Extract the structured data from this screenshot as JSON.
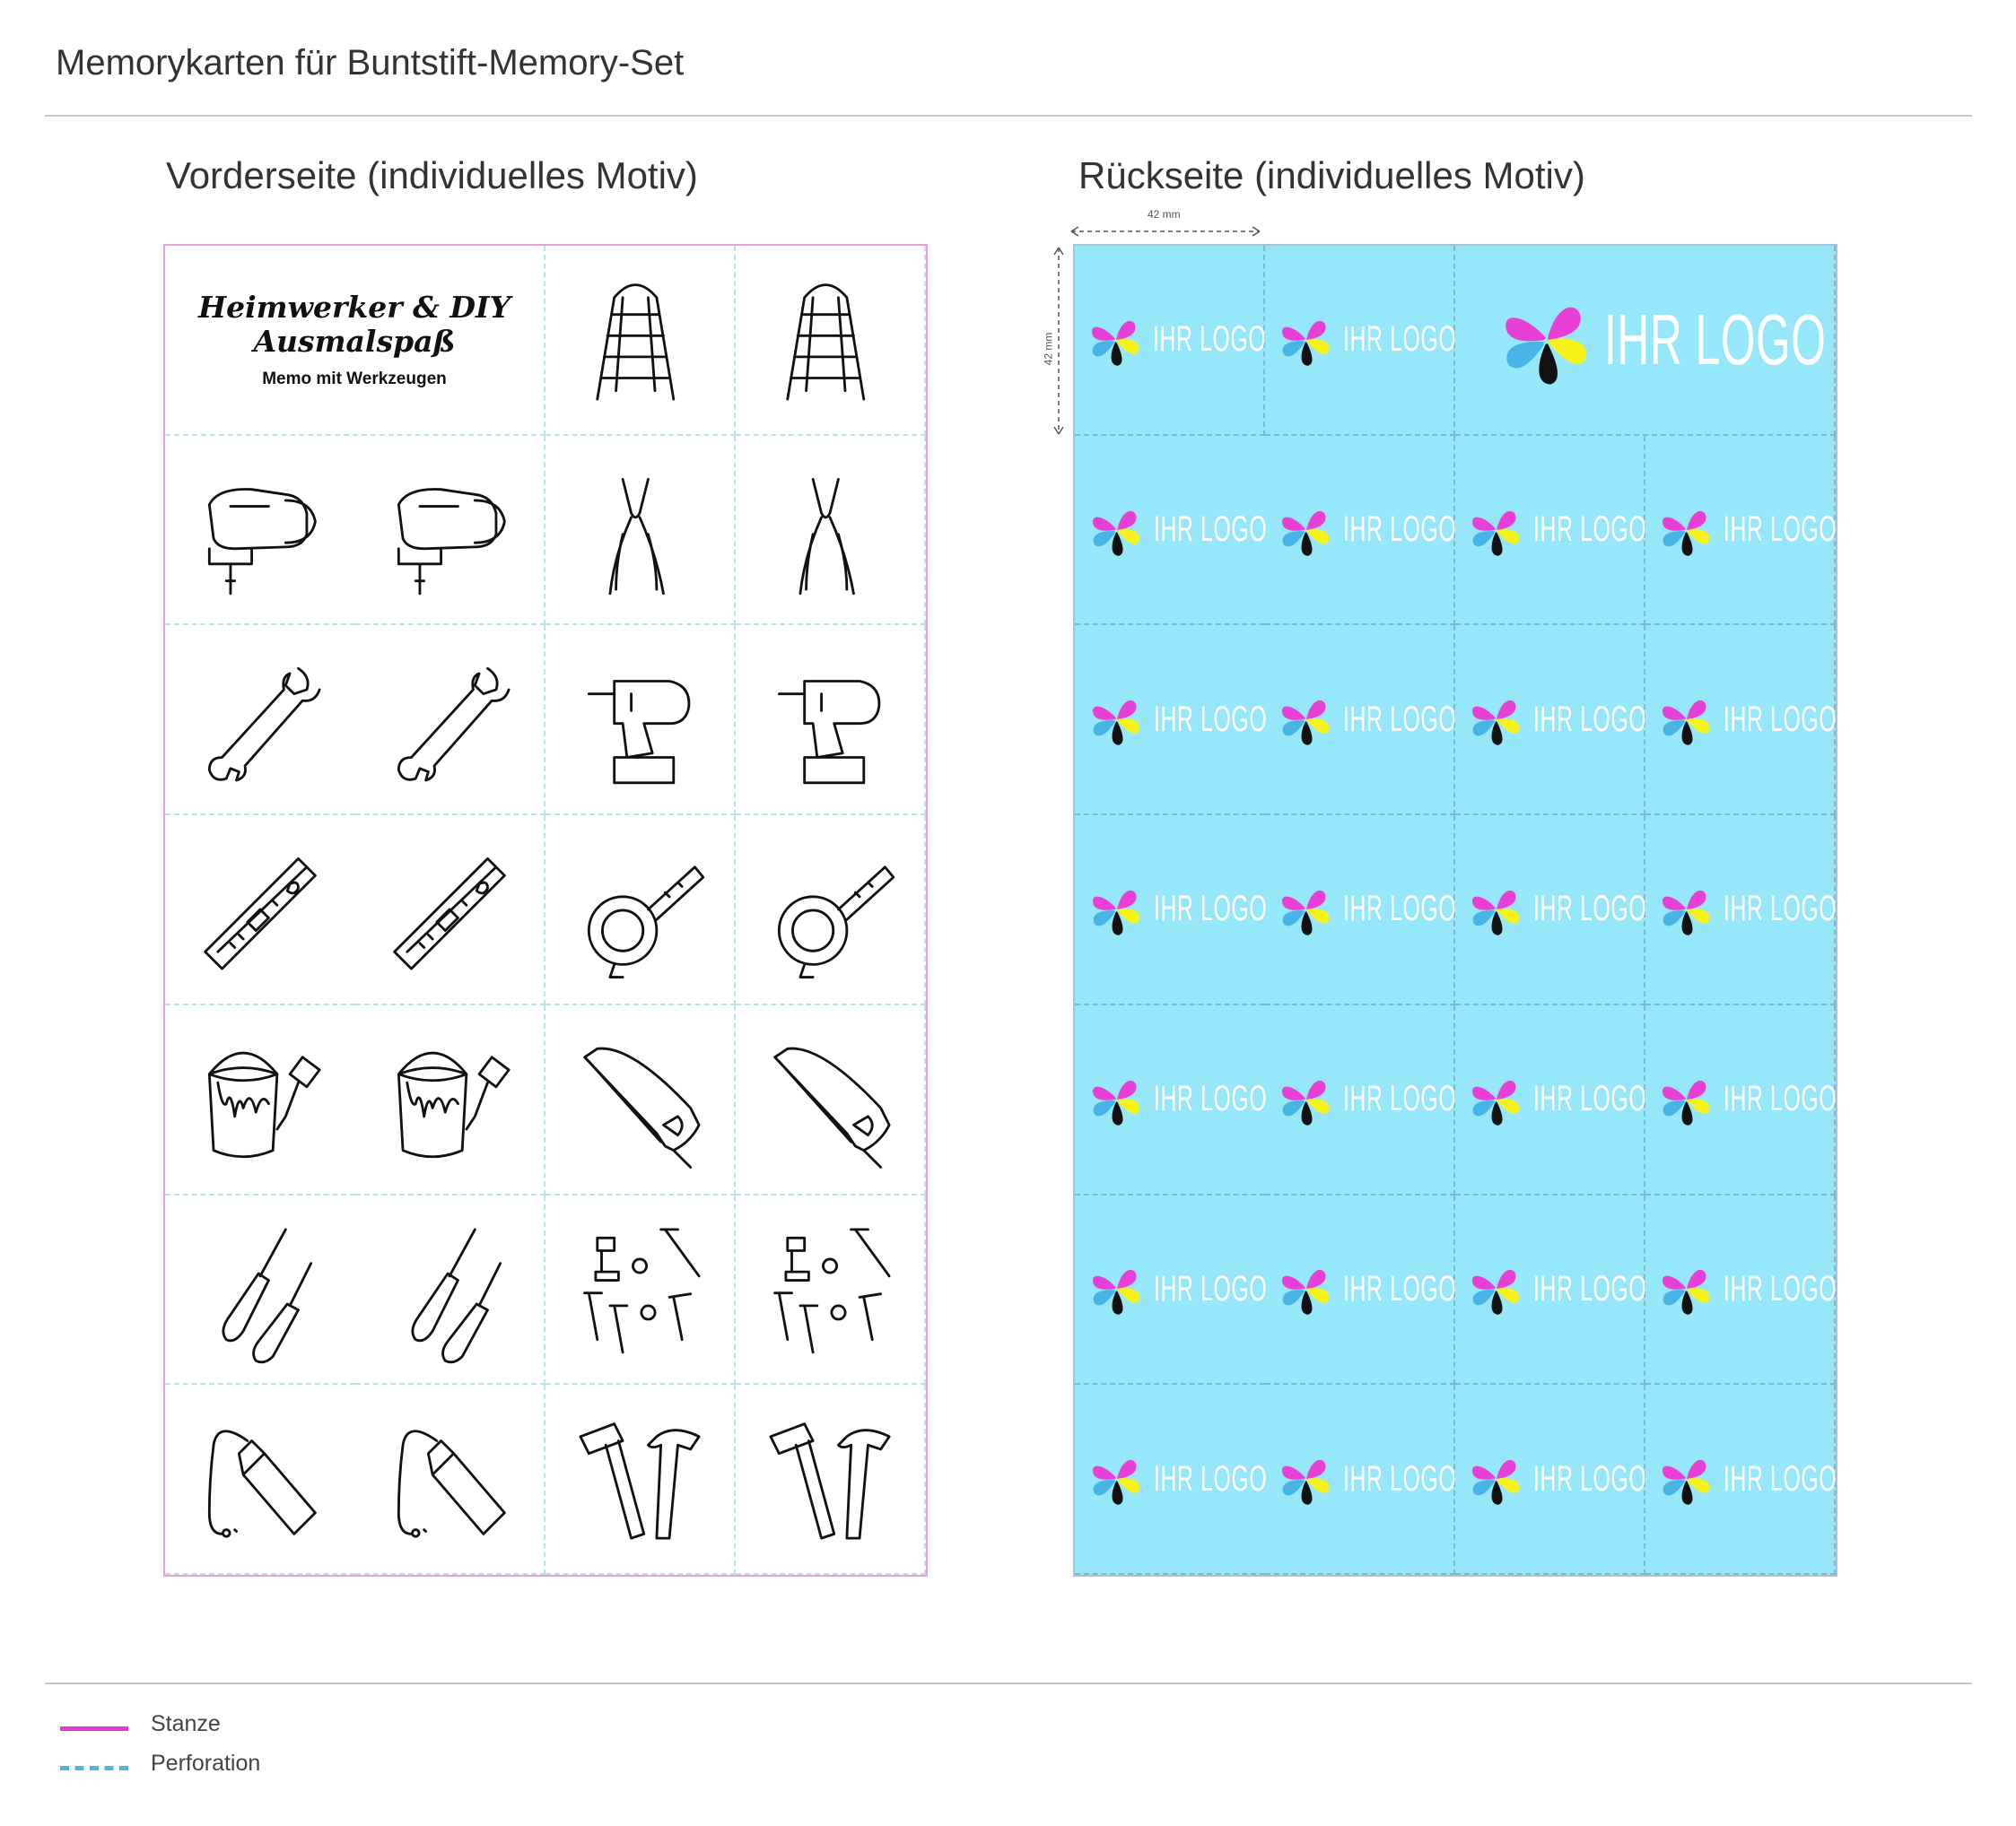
{
  "page": {
    "title": "Memorykarten für Buntstift-Memory-Set"
  },
  "front": {
    "heading": "Vorderseite (individuelles Motiv)",
    "title_card": {
      "line1": "Heimwerker & DIY",
      "line2": "Ausmalspaß",
      "subtitle": "Memo mit Werkzeugen"
    },
    "cards": [
      "ladder",
      "ladder",
      "jigsaw",
      "jigsaw",
      "pliers",
      "pliers",
      "wrench",
      "wrench",
      "drill",
      "drill",
      "level",
      "level",
      "tape-measure",
      "tape-measure",
      "paint-bucket",
      "paint-bucket",
      "hacksaw",
      "hacksaw",
      "screwdrivers",
      "screwdrivers",
      "screws-nuts",
      "screws-nuts",
      "glue-tube",
      "glue-tube",
      "hammer",
      "hammer"
    ]
  },
  "back": {
    "heading": "Rückseite (individuelles Motiv)",
    "logo_text": "IHR LOGO",
    "dim_width": "42 mm",
    "dim_height": "42 mm",
    "colors": {
      "magenta": "#e83fd6",
      "yellow": "#f7f21a",
      "cyan": "#48b4e6",
      "black": "#111111",
      "background": "#97e7fb"
    }
  },
  "legend": [
    {
      "label": "Stanze",
      "color": "#e03ad2",
      "style": "solid"
    },
    {
      "label": "Perforation",
      "color": "#55b3e2",
      "style": "dashed"
    }
  ]
}
